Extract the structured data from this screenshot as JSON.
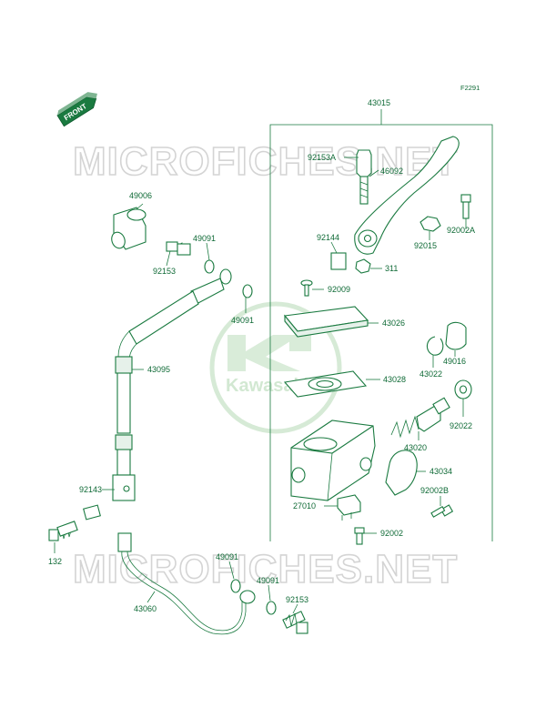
{
  "figure_code": "F2291",
  "watermark": "MICROFICHES.NET",
  "brand": "Kawasaki",
  "direction_tag": "FRONT",
  "colors": {
    "line": "#1a7a40",
    "label": "#0f6a36",
    "watermark": "#d4d4d4",
    "background": "#ffffff"
  },
  "parts": [
    {
      "id": "43015"
    },
    {
      "id": "92153A"
    },
    {
      "id": "46092"
    },
    {
      "id": "92002A"
    },
    {
      "id": "92015"
    },
    {
      "id": "49006"
    },
    {
      "id": "49091"
    },
    {
      "id": "92153"
    },
    {
      "id": "92144"
    },
    {
      "id": "311"
    },
    {
      "id": "92009"
    },
    {
      "id": "49091"
    },
    {
      "id": "43026"
    },
    {
      "id": "43095"
    },
    {
      "id": "43028"
    },
    {
      "id": "43022"
    },
    {
      "id": "49016"
    },
    {
      "id": "92022"
    },
    {
      "id": "43020"
    },
    {
      "id": "43034"
    },
    {
      "id": "92143"
    },
    {
      "id": "92002B"
    },
    {
      "id": "27010"
    },
    {
      "id": "92002"
    },
    {
      "id": "132"
    },
    {
      "id": "49091"
    },
    {
      "id": "49091"
    },
    {
      "id": "43060"
    },
    {
      "id": "92153"
    }
  ]
}
